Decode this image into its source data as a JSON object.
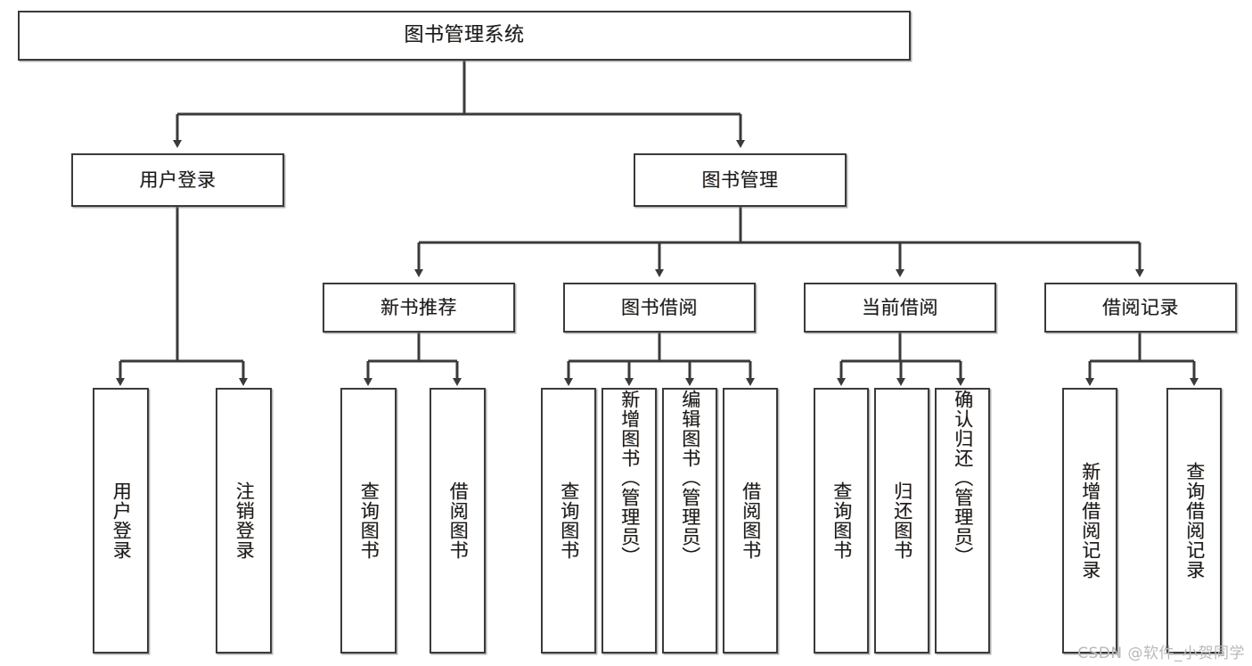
{
  "diagram": {
    "title": "图书管理系统",
    "type": "hierarchy-tree",
    "watermark": "CSDN @软件_小贺同学",
    "colors": {
      "box_border": "#3a3a3a",
      "box_fill": "#ffffff",
      "edge": "#3a3a3a",
      "text": "#1b1b1b",
      "watermark": "#b9b9b9",
      "background": "#ffffff"
    },
    "nodes": {
      "root": {
        "label": "图书管理系统"
      },
      "level2": [
        {
          "id": "user-login",
          "label": "用户登录"
        },
        {
          "id": "book-management",
          "label": "图书管理"
        }
      ],
      "level3": [
        {
          "id": "new-book-recommend",
          "label": "新书推荐"
        },
        {
          "id": "book-borrow",
          "label": "图书借阅"
        },
        {
          "id": "current-borrow",
          "label": "当前借阅"
        },
        {
          "id": "borrow-record",
          "label": "借阅记录"
        }
      ],
      "leaves": {
        "user_login": [
          {
            "id": "leaf-user-login",
            "label": "用户登录"
          },
          {
            "id": "leaf-logout-login",
            "label": "注销登录"
          }
        ],
        "new_book_recommend": [
          {
            "id": "leaf-query-book-1",
            "label": "查询图书"
          },
          {
            "id": "leaf-borrow-book-1",
            "label": "借阅图书"
          }
        ],
        "book_borrow": [
          {
            "id": "leaf-query-book-2",
            "label": "查询图书"
          },
          {
            "id": "leaf-add-book",
            "label": "新增图书（管理员）"
          },
          {
            "id": "leaf-edit-book",
            "label": "编辑图书（管理员）"
          },
          {
            "id": "leaf-borrow-book-2",
            "label": "借阅图书"
          }
        ],
        "current_borrow": [
          {
            "id": "leaf-query-book-3",
            "label": "查询图书"
          },
          {
            "id": "leaf-return-book",
            "label": "归还图书"
          },
          {
            "id": "leaf-confirm-return",
            "label": "确认归还（管理员）"
          }
        ],
        "borrow_record": [
          {
            "id": "leaf-add-borrow-record",
            "label": "新增借阅记录"
          },
          {
            "id": "leaf-query-borrow-record",
            "label": "查询借阅记录"
          }
        ]
      }
    }
  }
}
